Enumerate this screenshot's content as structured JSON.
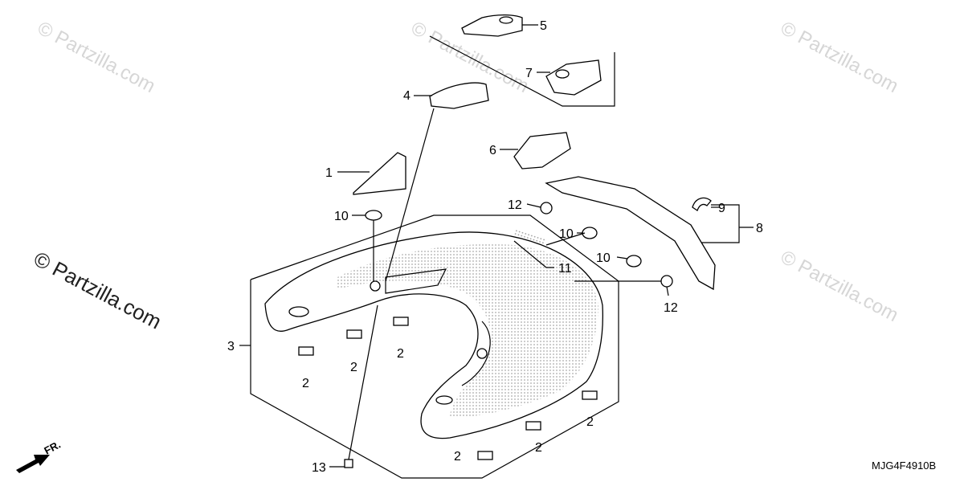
{
  "watermark": {
    "text": "© Partzilla.com",
    "main": "© Partzilla.com"
  },
  "callouts": {
    "c1": "1",
    "c2a": "2",
    "c2b": "2",
    "c2c": "2",
    "c2d": "2",
    "c2e": "2",
    "c2f": "2",
    "c3": "3",
    "c4": "4",
    "c5": "5",
    "c6": "6",
    "c7": "7",
    "c8": "8",
    "c9": "9",
    "c10a": "10",
    "c10b": "10",
    "c10c": "10",
    "c11": "11",
    "c12a": "12",
    "c12b": "12",
    "c13": "13"
  },
  "direction_label": "FR.",
  "diagram_code": "MJG4F4910B"
}
